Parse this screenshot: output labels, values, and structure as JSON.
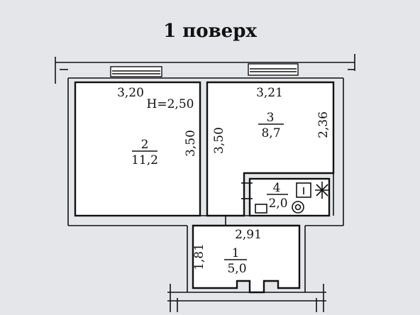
{
  "title": "1 поверх",
  "height_note": "H=2,50",
  "rooms": [
    {
      "id": "2",
      "number": "2",
      "area": "11,2"
    },
    {
      "id": "3",
      "number": "3",
      "area": "8,7"
    },
    {
      "id": "4",
      "number": "4",
      "area": "2,0"
    },
    {
      "id": "1",
      "number": "1",
      "area": "5,0"
    }
  ],
  "dimensions": {
    "room2_width": "3,20",
    "room2_height": "3,50",
    "room3_width": "3,21",
    "room3_height_left": "3,50",
    "room3_height_right": "2,36",
    "room1_width": "2,91",
    "room1_height": "1,81"
  }
}
